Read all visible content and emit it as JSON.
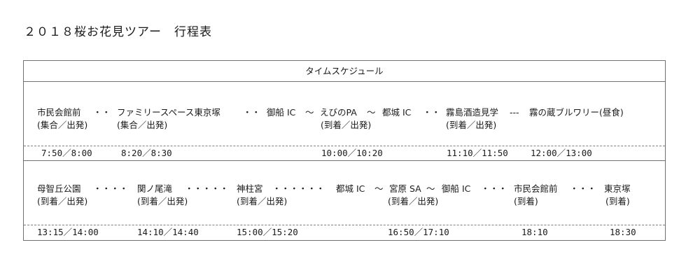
{
  "title": "２０１８桜お花見ツアー　行程表",
  "header": "タイムスケジュール",
  "row1": {
    "stops": [
      "市民会館前",
      "・・",
      "ファミリースペース東京塚",
      "・・",
      "御船 IC",
      "〜",
      "えびのPA",
      "〜",
      "都城 IC",
      "・・",
      "霧島酒造見学",
      "---",
      "霧の蔵ブルワリー(昼食)"
    ],
    "notes": [
      "(集合／出発)",
      "(集合／出発)",
      "(到着／出発)",
      "(到着／出発)"
    ],
    "times": [
      "7:50／8:00",
      "8:20／8:30",
      "10:00／10:20",
      "11:10／11:50",
      "12:00／13:00"
    ]
  },
  "row2": {
    "stops": [
      "母智丘公園",
      "・・・・",
      "関ノ尾滝",
      "・・・・・",
      "神柱宮",
      "・・・・・・",
      "都城 IC",
      "〜",
      "宮原 SA",
      "〜",
      "御船 IC",
      "・・・",
      "市民会館前",
      "・・・",
      "東京塚"
    ],
    "notes": [
      "(到着／出発)",
      "(到着／出発)",
      "(到着／出発)",
      "(到着／出発)",
      "(到着)",
      "(到着)"
    ],
    "times": [
      "13:15／14:00",
      "14:10／14:40",
      "15:00／15:20",
      "16:50／17:10",
      "18:10",
      "18:30"
    ]
  }
}
